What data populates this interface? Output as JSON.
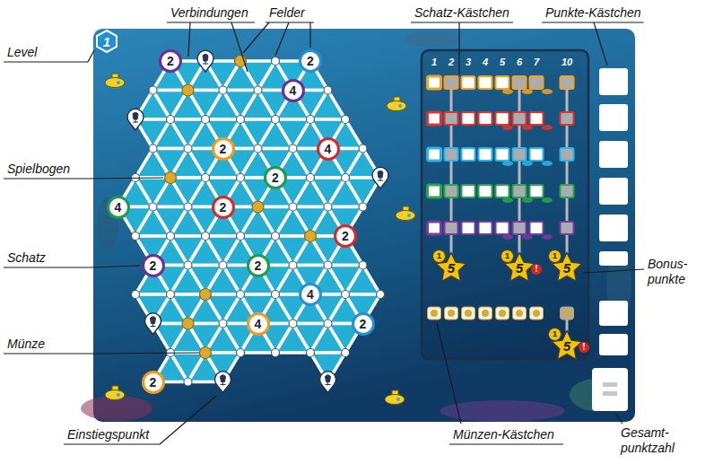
{
  "diagram": {
    "nodes": [
      {
        "text": [
          "1"
        ]
      },
      {
        "text": [
          "2"
        ]
      },
      {
        "text": [
          "2"
        ]
      },
      {
        "text": [
          "4"
        ]
      },
      {
        "text": [
          "2"
        ]
      },
      {
        "text": [
          "4"
        ]
      },
      {
        "text": [
          "2"
        ]
      },
      {
        "text": [
          "4"
        ]
      },
      {
        "text": [
          "2"
        ]
      },
      {
        "text": [
          "2"
        ]
      },
      {
        "text": [
          "2"
        ]
      },
      {
        "text": [
          "2"
        ]
      },
      {
        "text": [
          "4"
        ]
      },
      {
        "text": [
          "4"
        ]
      },
      {
        "text": [
          "2"
        ]
      },
      {
        "text": [
          "2"
        ]
      },
      {
        "text": [
          "1",
          "5"
        ]
      },
      {
        "text": [
          "1",
          "5",
          "!"
        ]
      },
      {
        "text": [
          "1",
          "5"
        ]
      },
      {
        "text": [
          "1",
          "5",
          "!"
        ]
      }
    ],
    "labels": [
      "Level",
      "Verbindungen",
      "Felder",
      "Schatz-Kästchen",
      "Punkte-Kästchen",
      "Spielbogen",
      "Schatz",
      "Münze",
      "Einstiegspunkt",
      "Münzen-Kästchen",
      "Gesamt- punktzahl",
      "Bonus- punkte",
      "1",
      "2",
      "3",
      "4",
      "5",
      "6",
      "7",
      "10"
    ]
  }
}
